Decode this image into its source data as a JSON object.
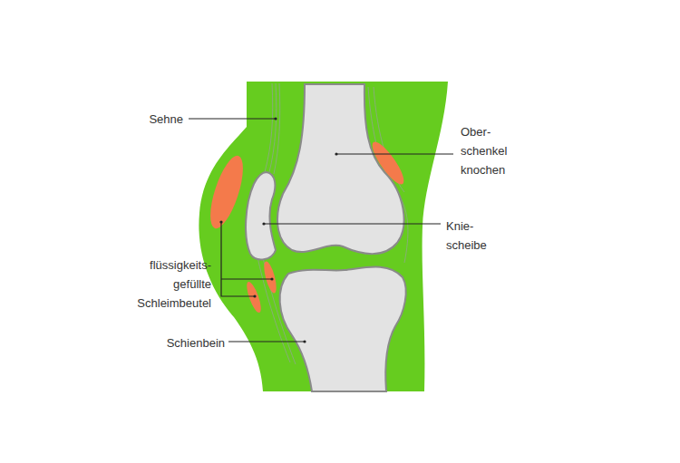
{
  "diagram": {
    "labels": [
      "Sehne",
      "Ober- schenkel knochen",
      "Knie- scheibe",
      "flüssigkeits- gefüllte Schleimbeutel",
      "Schienbein"
    ]
  }
}
